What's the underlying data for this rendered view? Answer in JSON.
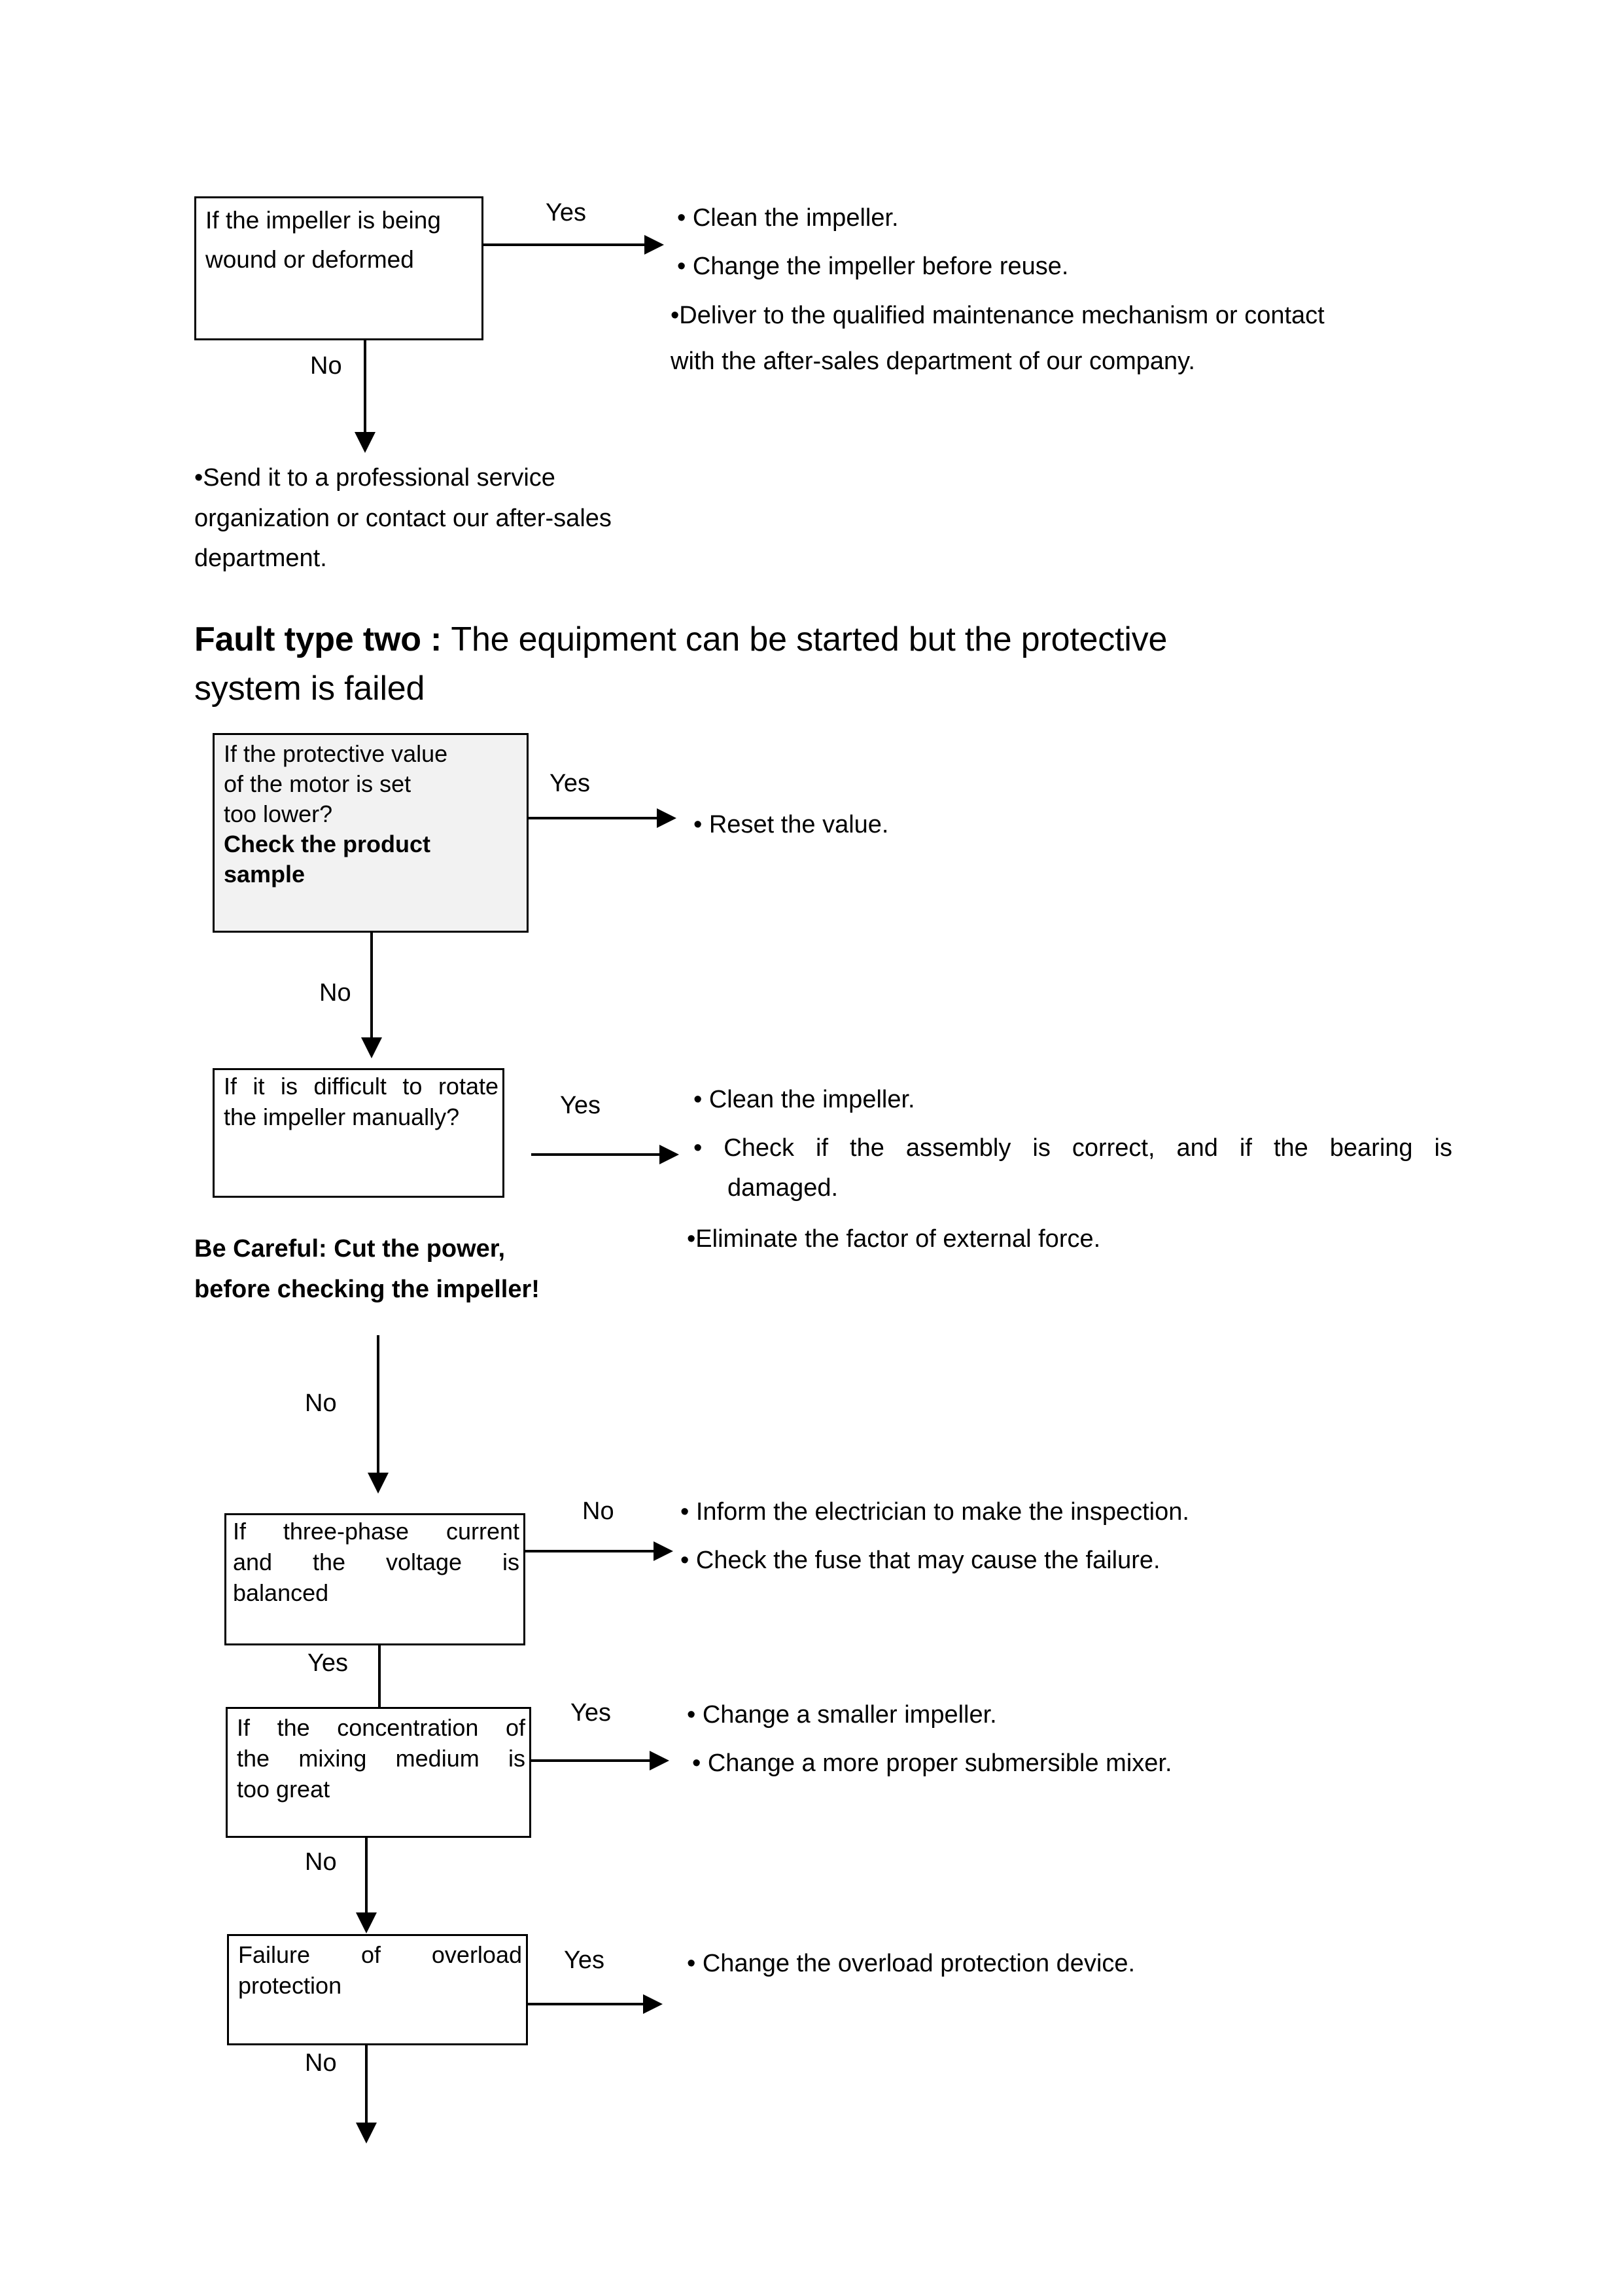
{
  "document": {
    "page_background": "#ffffff",
    "text_color": "#000000",
    "shaded_box_fill": "#f2f2f2"
  },
  "section_one": {
    "decision_box": {
      "line1": "If the impeller is being",
      "line2": "wound or deformed"
    },
    "yes_label": "Yes",
    "no_label": "No",
    "yes_actions": [
      "• Clean the impeller.",
      "• Change the impeller before reuse.",
      "•Deliver to the qualified maintenance mechanism or contact",
      "with    the after-sales department of our company."
    ],
    "no_action": [
      "•Send it to a professional service",
      "organization or contact our after-sales",
      "department."
    ]
  },
  "fault_type_two": {
    "heading_bold": "Fault type two : ",
    "heading_rest_line1": "The equipment can be started but the protective",
    "heading_rest_line2": "system is failed"
  },
  "steps": [
    {
      "id": "protective-value",
      "box_lines": [
        "If the protective value",
        "of the motor is set",
        "too lower?"
      ],
      "box_bold_lines": [
        "Check the product",
        "sample"
      ],
      "branch_label": "Yes",
      "actions": [
        "• Reset the value."
      ],
      "exit_label": "No",
      "shaded": true
    },
    {
      "id": "rotate-impeller",
      "box_lines": [
        "If it is difficult to rotate",
        "the impeller manually?"
      ],
      "branch_label": "Yes",
      "actions": [
        "• Clean the impeller.",
        "• Check if the assembly is correct, and if the bearing is",
        "damaged.",
        "•Eliminate the factor of external force."
      ],
      "note_lines": [
        "Be Careful: Cut the power,",
        "before checking the impeller!"
      ],
      "exit_label": "No",
      "shaded": false
    },
    {
      "id": "three-phase-current",
      "box_lines": [
        "If three-phase current",
        "and the voltage is",
        "balanced"
      ],
      "branch_label": "No",
      "actions": [
        "• Inform the electrician to make the inspection.",
        "• Check the fuse that may cause the failure."
      ],
      "exit_label": "Yes",
      "shaded": false
    },
    {
      "id": "mixing-concentration",
      "box_lines": [
        "If the concentration of",
        "the mixing medium is",
        "too great"
      ],
      "branch_label": "Yes",
      "actions": [
        "• Change a smaller impeller.",
        "• Change a more proper submersible mixer."
      ],
      "exit_label": "No",
      "shaded": false
    },
    {
      "id": "overload-protection",
      "box_lines": [
        "Failure of overload",
        "protection"
      ],
      "branch_label": "Yes",
      "actions": [
        "• Change the overload protection device."
      ],
      "exit_label": "No",
      "shaded": false
    }
  ]
}
